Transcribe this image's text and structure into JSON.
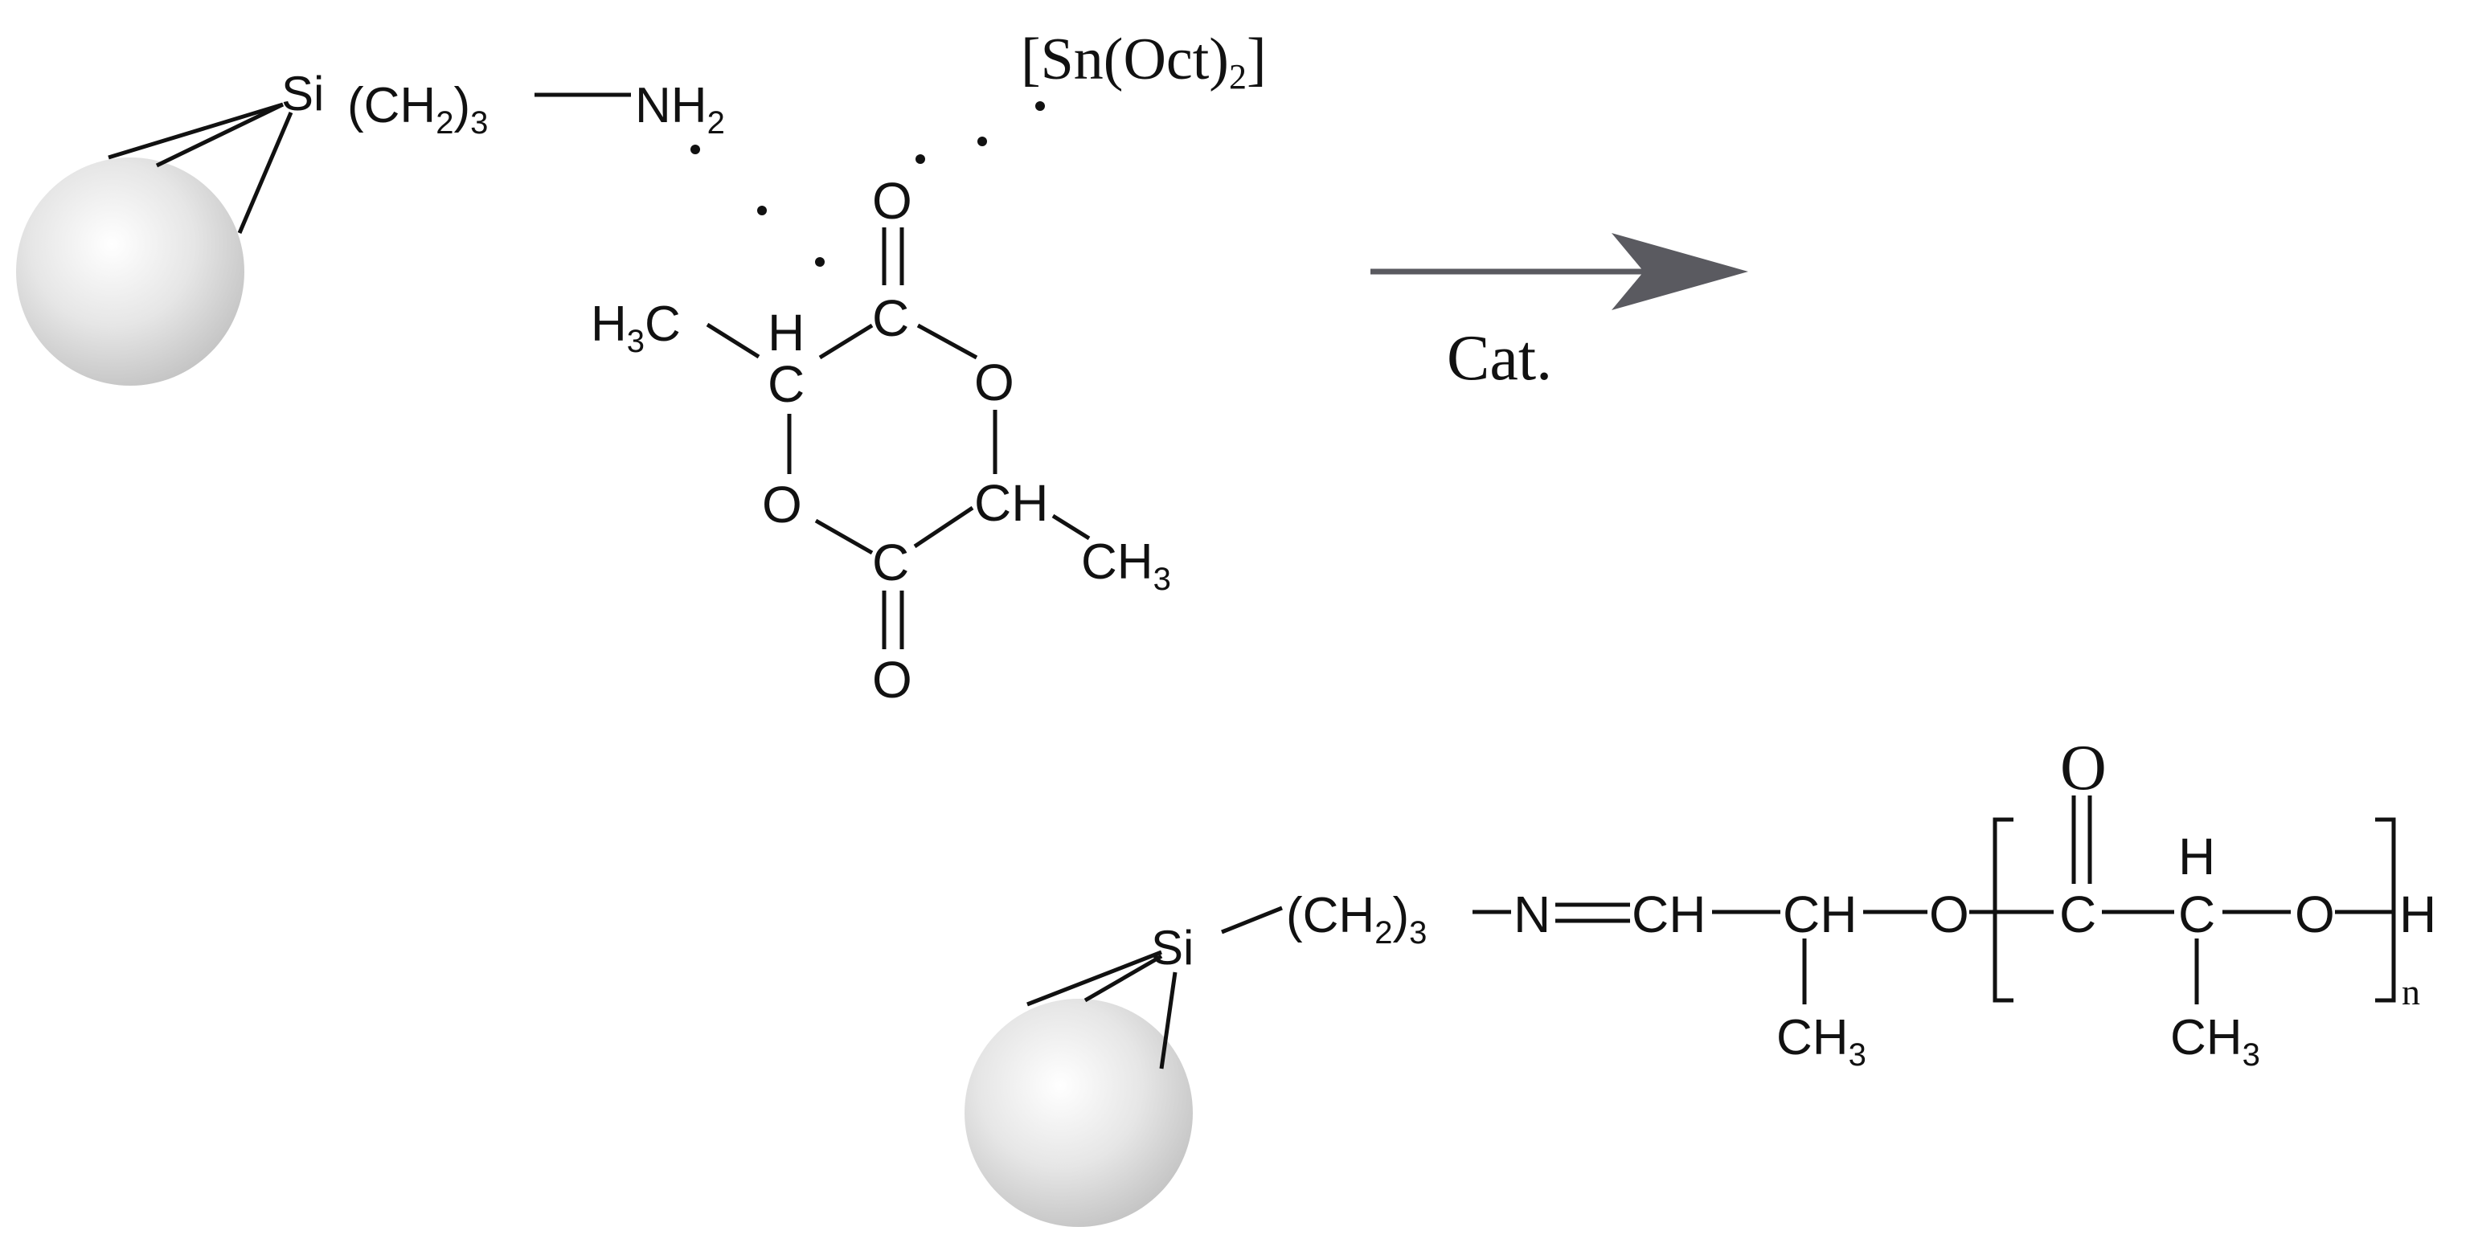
{
  "catalyst": {
    "label": "[Sn(Oct)",
    "sub": "2",
    "close": "]"
  },
  "arrow": {
    "label": "Cat.",
    "color": "#5a5a60"
  },
  "reactant": {
    "si": "Si",
    "chain": "(CH",
    "chain_sub": "2",
    "chain_close": ")",
    "chain_count": "3",
    "amine": "NH",
    "amine_sub": "2"
  },
  "lactide": {
    "o_top": "O",
    "c_top": "C",
    "c_left": "C",
    "h_left": "H",
    "o_ring_right": "O",
    "o_ring_left": "O",
    "ch_right": "CH",
    "c_bottom": "C",
    "o_bottom": "O",
    "methyl_left": {
      "h": "H",
      "sub": "3",
      "c": "C"
    },
    "methyl_right": {
      "c": "CH",
      "sub": "3"
    }
  },
  "product": {
    "si": "Si",
    "chain": "(CH",
    "chain_sub": "2",
    "chain_close": ")",
    "chain_count": "3",
    "n": "N",
    "ch1": "CH",
    "ch2": "CH",
    "o1": "O",
    "c_carbonyl": "C",
    "o_carbonyl": "O",
    "c_alpha": "C",
    "h_alpha": "H",
    "o2": "O",
    "h_end": "H",
    "methyl1": {
      "c": "CH",
      "sub": "3"
    },
    "methyl2": {
      "c": "CH",
      "sub": "3"
    },
    "repeat": "n"
  },
  "colors": {
    "particle_light": "#ffffff",
    "particle_dark": "#c4c4c4",
    "ink": "#111111"
  }
}
